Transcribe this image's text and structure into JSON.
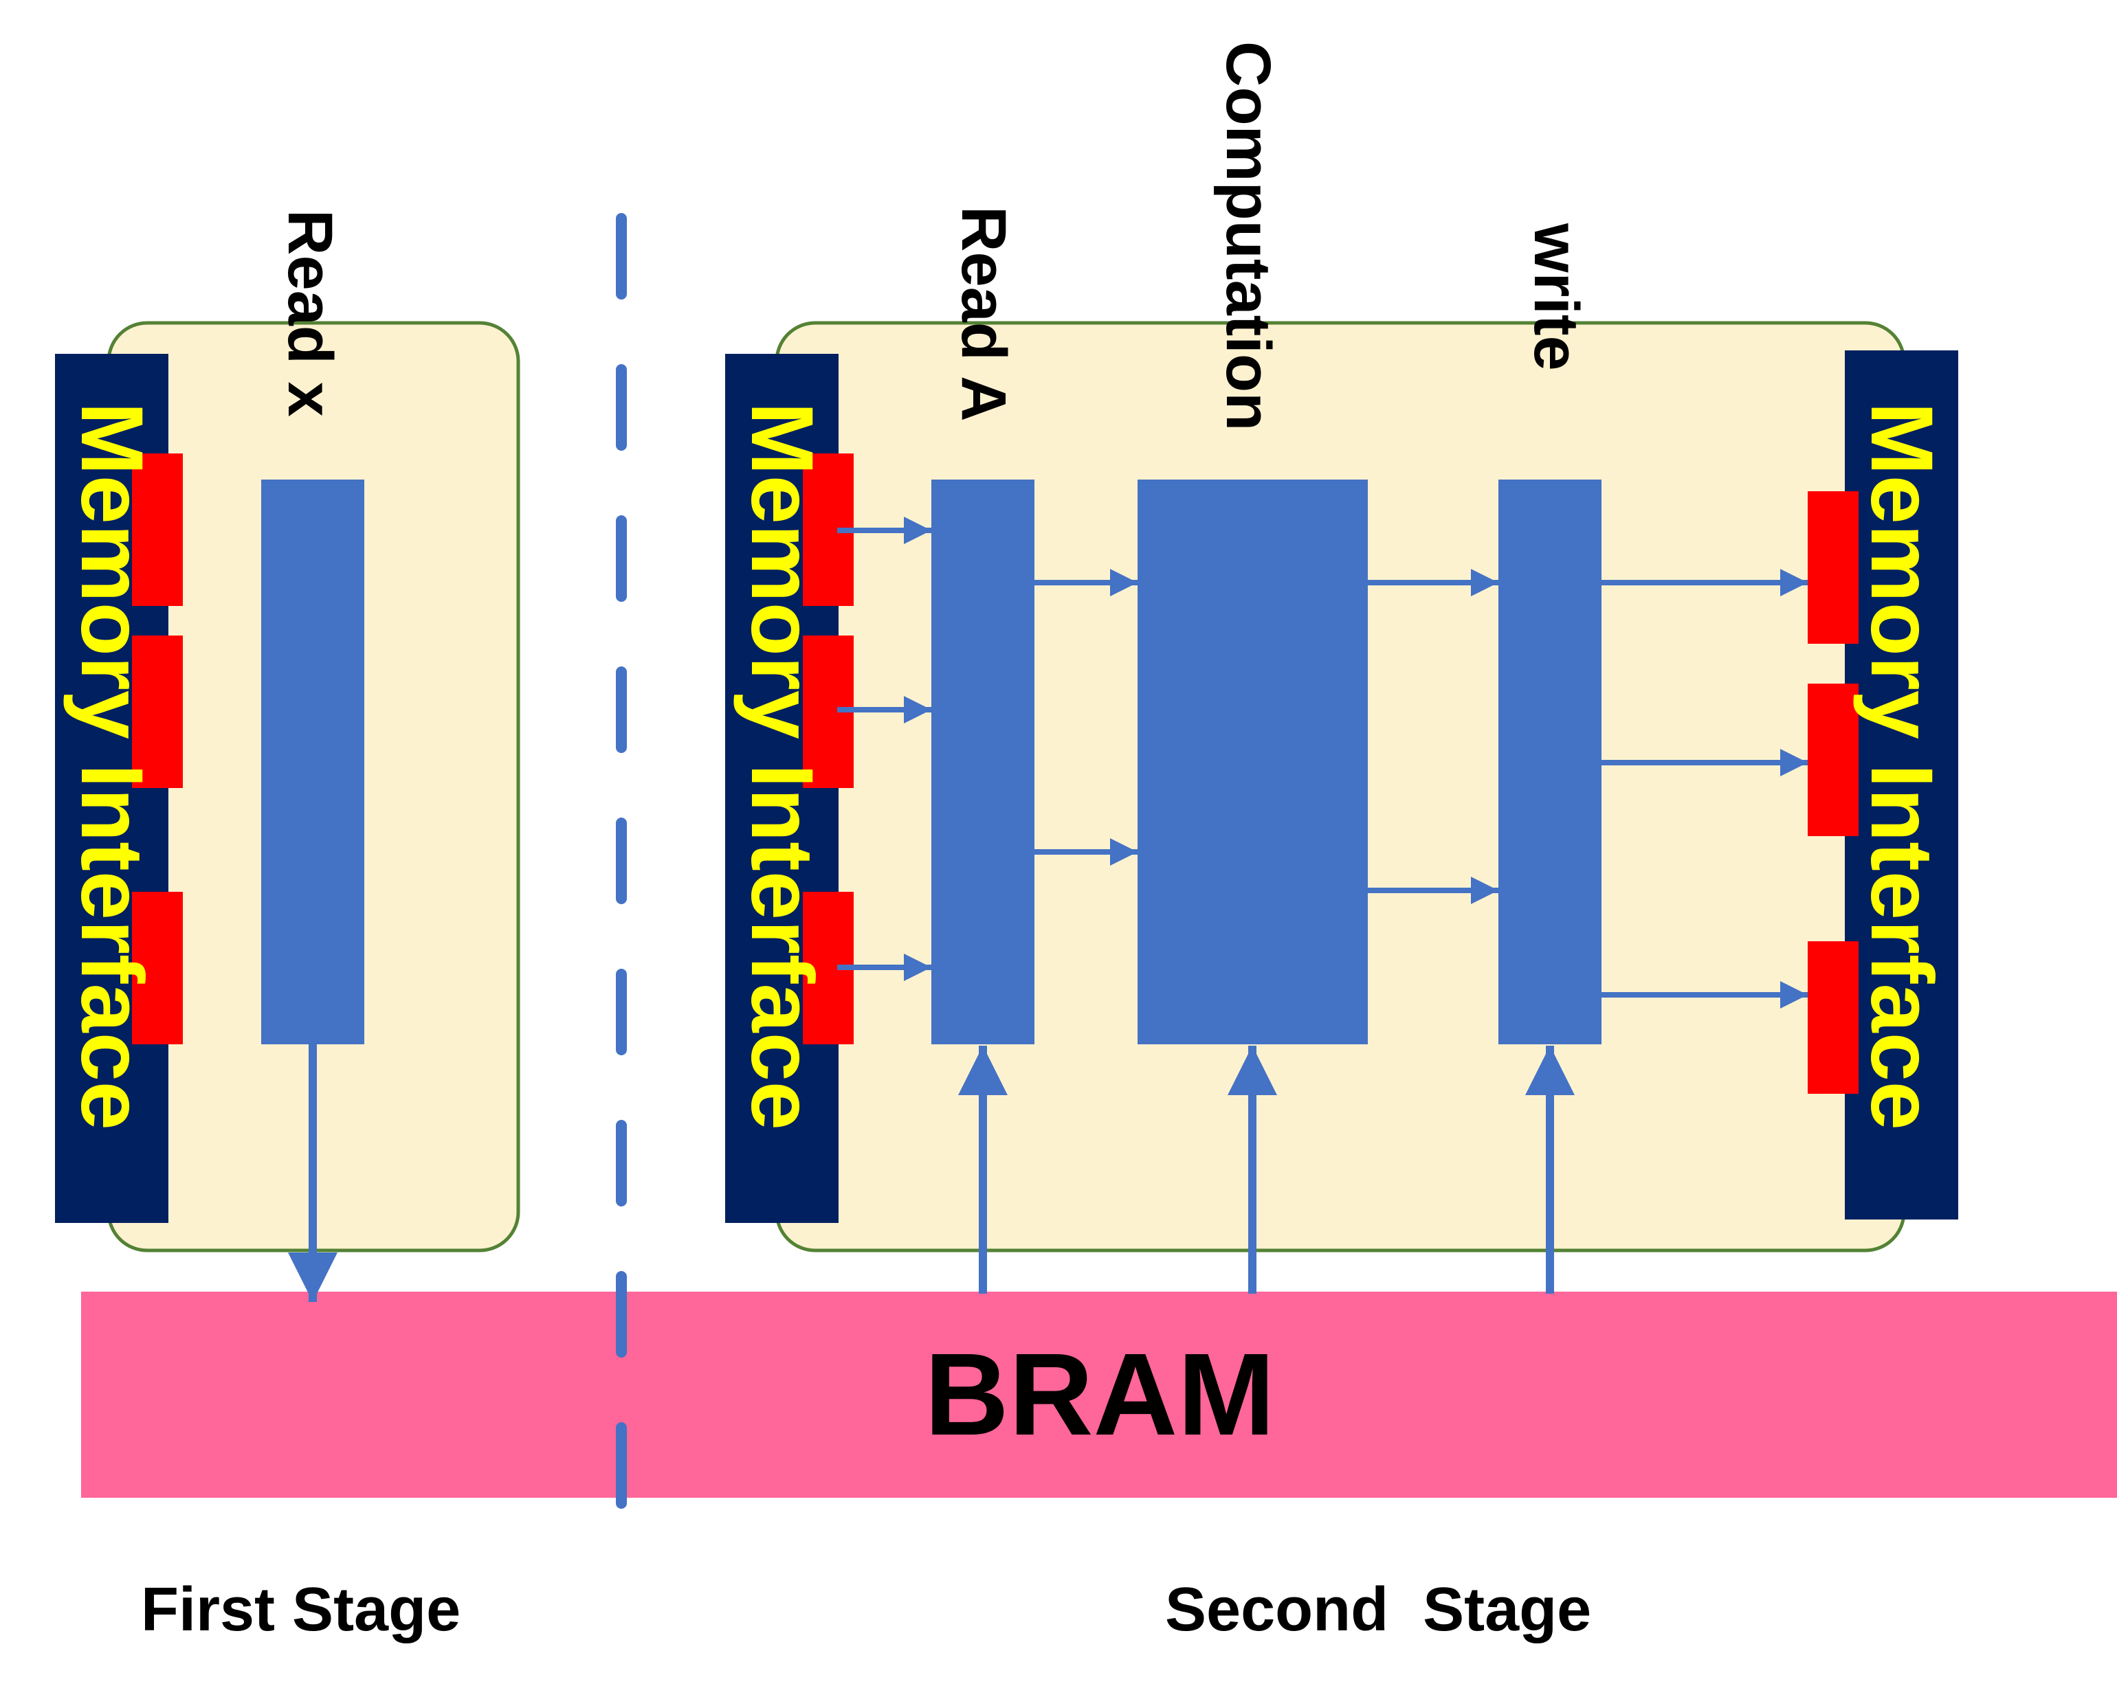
{
  "colors": {
    "stage_fill": "#FDF2D0",
    "stage_border": "#548235",
    "memory_fill": "#002060",
    "memory_text": "#FFFF00",
    "port_fill": "#FF0000",
    "block_fill": "#4472C4",
    "bram_fill": "#FF6699",
    "divider": "#4472C4"
  },
  "labels": {
    "memory_interface": "Memory Interface",
    "read_x": "Read x",
    "read_a": "Read A",
    "computation": "Computation",
    "write": "write",
    "bram": "BRAM",
    "first_stage": "First Stage",
    "second_stage": "Second  Stage"
  }
}
